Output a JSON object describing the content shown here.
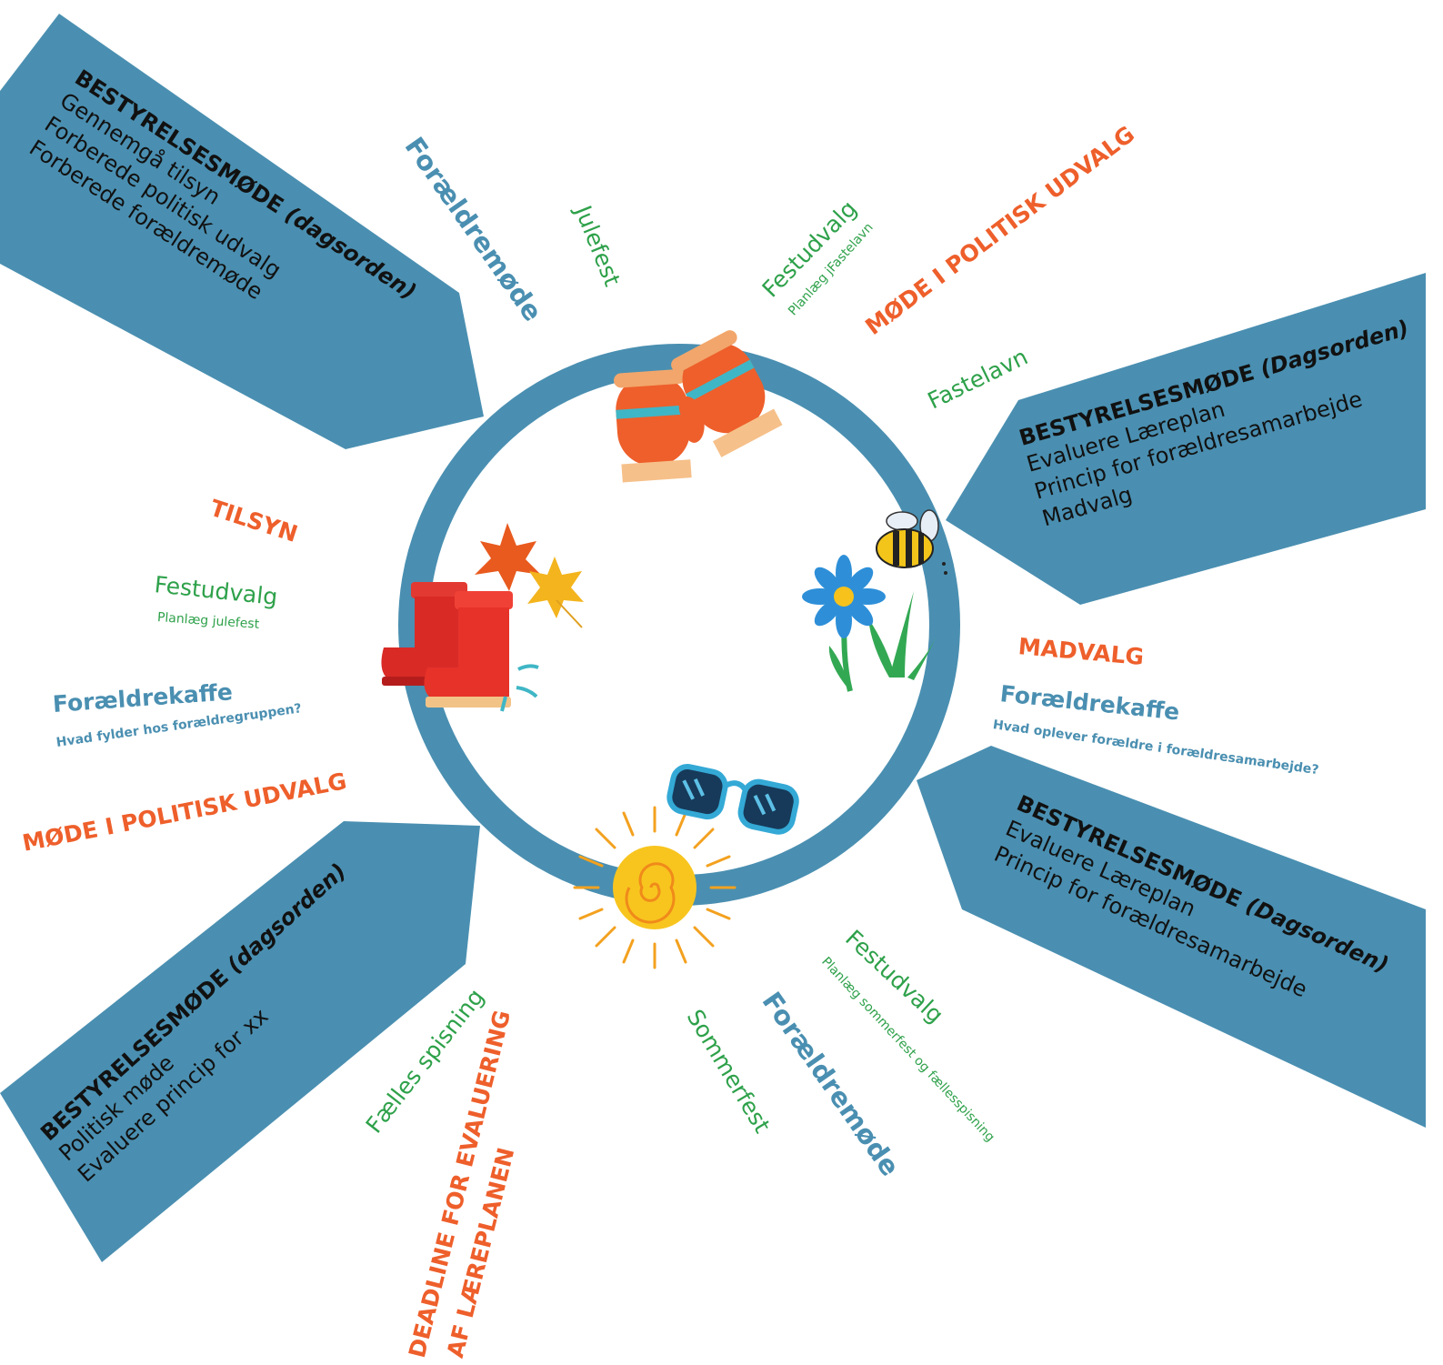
{
  "boards": {
    "top_left": {
      "title": "BESTYRELSESMØDE",
      "title_suffix": "(dagsorden)",
      "items": [
        "Gennemgå tilsyn",
        "Forberede politisk udvalg",
        "Forberede forældremøde"
      ]
    },
    "top_right": {
      "title": "BESTYRELSESMØDE",
      "title_suffix": "(Dagsorden)",
      "items": [
        "Evaluere Læreplan",
        "Princip for forældresamarbejde",
        "Madvalg"
      ]
    },
    "bottom_right": {
      "title": "BESTYRELSESMØDE",
      "title_suffix": "(Dagsorden)",
      "items": [
        "Evaluere Læreplan",
        "Princip for forældresamarbejde"
      ]
    },
    "bottom_left": {
      "title": "BESTYRELSESMØDE",
      "title_suffix": "(dagsorden)",
      "items": [
        "Politisk møde",
        "Evaluere princip for xx"
      ]
    }
  },
  "labels": {
    "foraeldremode_top": "Forældremøde",
    "julefest": "Julefest",
    "festudvalg_top": "Festudvalg",
    "planlaeg_fastelavn": "Planlæg jFastelavn",
    "mode_politisk_top": "MØDE I POLITISK UDVALG",
    "fastelavn": "Fastelavn",
    "tilsyn": "TILSYN",
    "festudvalg_left": "Festudvalg",
    "planlaeg_julefest": "Planlæg julefest",
    "foraeldrekaffe_left": "Forældrekaffe",
    "hvad_fylder": "Hvad fylder hos forældregruppen?",
    "mode_politisk_left": "MØDE I POLITISK UDVALG",
    "madvalg": "MADVALG",
    "foraeldrekaffe_right": "Forældrekaffe",
    "hvad_oplever": "Hvad  oplever forældre i forældresamarbejde?",
    "faelles_spisning": "Fælles spisning",
    "deadline_line1": "DEADLINE FOR EVALUERING",
    "deadline_line2": "AF LÆREPLANEN",
    "sommerfest": "Sommerfest",
    "foraeldremode_bottom": "Forældremøde",
    "festudvalg_bottom": "Festudvalg",
    "planlaeg_sommerfest": "Planlæg sommerfest og fællesspisning"
  },
  "colors": {
    "ring": "#4a8fb1",
    "board_fill": "#4a8fb1",
    "orange": "#ee5f2b",
    "green": "#2ea14a",
    "blue_text": "#4a8fb1"
  },
  "icons": [
    "mittens-icon",
    "bee-icon",
    "flower-icon",
    "rain-boots-icon",
    "autumn-leaves-icon",
    "sun-icon",
    "sunglasses-icon"
  ]
}
